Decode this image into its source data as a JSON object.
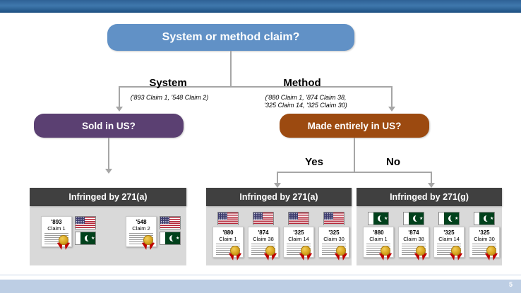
{
  "slide": {
    "page_number": "5",
    "accent_top": "#2f6296",
    "accent_bottom": "#bdcee4"
  },
  "root": {
    "label": "System or method claim?",
    "color": "#6191c6"
  },
  "branches": [
    {
      "name": "system",
      "label": "System",
      "claims": "('893 Claim 1, '548 Claim 2)"
    },
    {
      "name": "method",
      "label": "Method",
      "claims": "('880 Claim 1, '874 Claim 38, '325 Claim 14, '325 Claim 30)",
      "claims_line1": "('880 Claim 1, '874 Claim 38,",
      "claims_line2": "'325 Claim 14, '325 Claim 30)"
    }
  ],
  "decisions": [
    {
      "name": "sold-in-us",
      "label": "Sold in US?",
      "color": "#5b4072"
    },
    {
      "name": "made-entirely-in-us",
      "label": "Made entirely in US?",
      "color": "#9c4a10"
    }
  ],
  "yes_no": {
    "yes": "Yes",
    "no": "No"
  },
  "results": [
    {
      "name": "result-system-271a",
      "header": "Infringed by 271(a)",
      "flag_position": "side",
      "flags": [
        "us-flag",
        "pk-flag"
      ],
      "documents": [
        {
          "patent": "'893",
          "claim": "Claim 1"
        },
        {
          "patent": "'548",
          "claim": "Claim 2"
        }
      ]
    },
    {
      "name": "result-method-yes-271a",
      "header": "Infringed by 271(a)",
      "flag_position": "top",
      "flags": [
        "us-flag"
      ],
      "documents": [
        {
          "patent": "'880",
          "claim": "Claim 1"
        },
        {
          "patent": "'874",
          "claim": "Claim 38"
        },
        {
          "patent": "'325",
          "claim": "Claim 14"
        },
        {
          "patent": "'325",
          "claim": "Claim 30"
        }
      ]
    },
    {
      "name": "result-method-no-271g",
      "header": "Infringed by 271(g)",
      "flag_position": "top",
      "flags": [
        "pk-flag"
      ],
      "documents": [
        {
          "patent": "'880",
          "claim": "Claim 1"
        },
        {
          "patent": "'874",
          "claim": "Claim 38"
        },
        {
          "patent": "'325",
          "claim": "Claim 14"
        },
        {
          "patent": "'325",
          "claim": "Claim 30"
        }
      ]
    }
  ]
}
